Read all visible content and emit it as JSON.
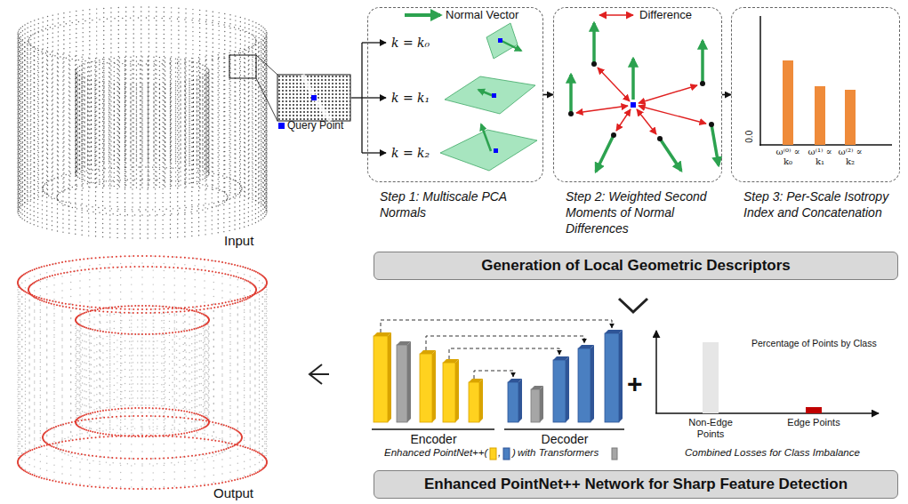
{
  "diagram": {
    "nodes": [
      {
        "text": [
          "Step 1: Multiscale PCA Normals"
        ]
      },
      {
        "text": [
          "Step 2: Weighted Second Moments of Normal Differences"
        ]
      },
      {
        "text": [
          "Step 3: Per-Scale Isotropy Index and Concatenation"
        ]
      },
      {
        "text": [
          "Generation of Local Geometric Descriptors"
        ]
      },
      {
        "text": [
          "Enhanced PointNet++ Network for Sharp Feature Detection"
        ]
      }
    ],
    "edges": [
      {
        "from": 0,
        "to": 1,
        "arrow": "to"
      },
      {
        "from": 1,
        "to": 2,
        "arrow": "to"
      }
    ],
    "labels": [
      "Input",
      "k = k₀",
      "k = k₁",
      "k = k₂",
      "0.0",
      "ω⁽⁰⁾ ∝ k₀",
      "ω⁽¹⁾ ∝ k₁",
      "ω⁽²⁾ ∝ k₂",
      "Output",
      "Encoder",
      "Decoder",
      "Enhanced PointNet++(",
      ",",
      ")",
      "with Transformers",
      "+",
      "Percentage of Points by Class",
      "Non-Edge Points",
      "Edge Points",
      "Combined Losses for Class Imbalance"
    ],
    "legend": [
      {
        "text": "Query Point",
        "color": "#0000ff"
      },
      {
        "text": "Normal Vector"
      },
      {
        "text": "Difference"
      }
    ]
  }
}
